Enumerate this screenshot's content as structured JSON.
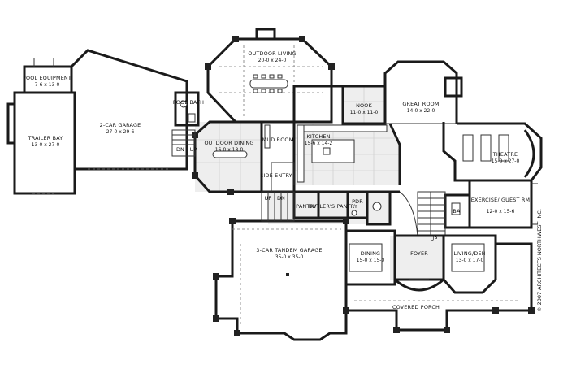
{
  "rooms": {
    "outdoor_living": {
      "name": "OUTDOOR LIVING",
      "dim": "20-0 x 24-0"
    },
    "pool_equipment": {
      "name": "POOL EQUIPMENT",
      "dim": "7-6 x 13-0"
    },
    "trailer_bay": {
      "name": "TRAILER BAY",
      "dim": "13-0 x 27-0"
    },
    "two_car_garage": {
      "name": "2-CAR GARAGE",
      "dim": "27-0 x 29-6"
    },
    "pool_bath": {
      "name": "POOL BATH"
    },
    "outdoor_dining": {
      "name": "OUTDOOR DINING",
      "dim": "16-0 x 18-0"
    },
    "mud_room": {
      "name": "MUD ROOM"
    },
    "kitchen": {
      "name": "KITCHEN",
      "dim": "15-6 x 14-2"
    },
    "nook": {
      "name": "NOOK",
      "dim": "11-0 x 11-0"
    },
    "great_room": {
      "name": "GREAT ROOM",
      "dim": "14-0 x 22-0"
    },
    "theatre": {
      "name": "THEATRE",
      "dim": "15-0 x 27-0"
    },
    "side_entry": {
      "name": "SIDE ENTRY"
    },
    "pantry": {
      "name": "PANTRY"
    },
    "butlers_pantry": {
      "name": "BUTLER'S PANTRY"
    },
    "pdr": {
      "name": "PDR"
    },
    "ba": {
      "name": "BA"
    },
    "exercise": {
      "name": "EXERCISE/ GUEST RM",
      "dim": "12-0 x 15-6"
    },
    "tandem_garage": {
      "name": "3-CAR TANDEM GARAGE",
      "dim": "35-0 x 35-0"
    },
    "dining": {
      "name": "DINING",
      "dim": "15-0 x 15-0"
    },
    "foyer": {
      "name": "FOYER"
    },
    "living_den": {
      "name": "LIVING/DEN",
      "dim": "13-0 x 17-0"
    },
    "covered_porch": {
      "name": "COVERED PORCH"
    }
  },
  "stairs": {
    "dn": "DN",
    "up": "UP"
  },
  "copyright": "© 2007 ARCHITECTS NORTHWEST INC."
}
